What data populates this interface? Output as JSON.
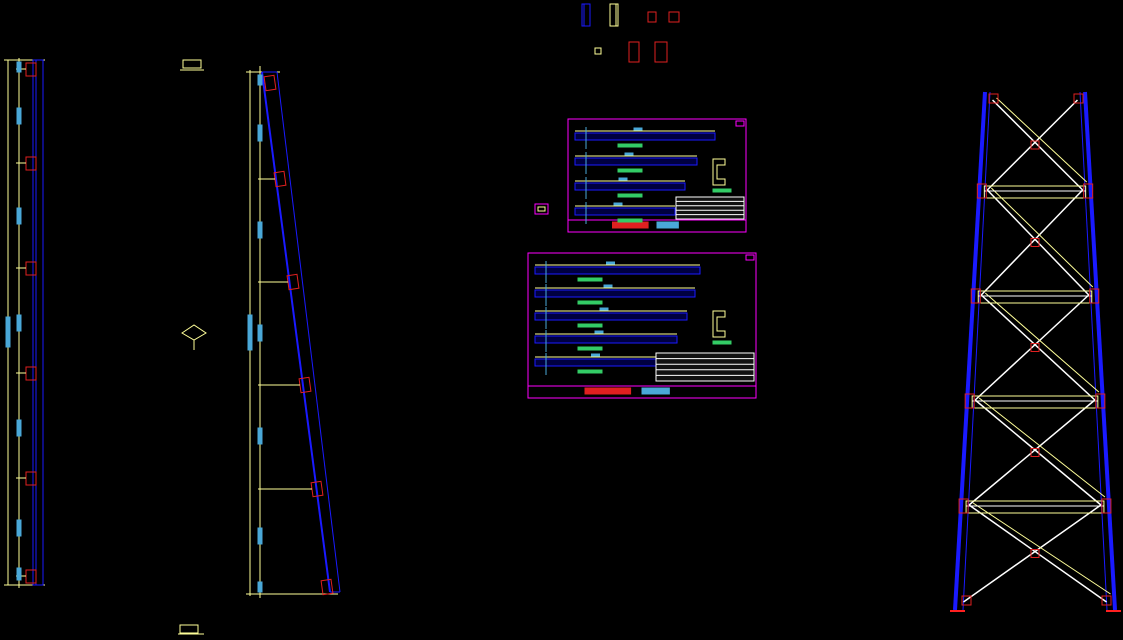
{
  "drawing": {
    "background": "#000000",
    "colors": {
      "dimension": "#ffff99",
      "dimension_text": "#4aa8d8",
      "member": "#1a1aff",
      "plate": "#e02020",
      "sheet_border": "#ff00ff",
      "brace": "#ffffff",
      "label_green": "#33cc66",
      "ground": "#ff2020"
    },
    "views": [
      {
        "name": "straight-column-elevation"
      },
      {
        "name": "tapered-column-elevation"
      },
      {
        "name": "detail-sheet-1"
      },
      {
        "name": "detail-sheet-2"
      },
      {
        "name": "tower-elevation"
      }
    ]
  }
}
